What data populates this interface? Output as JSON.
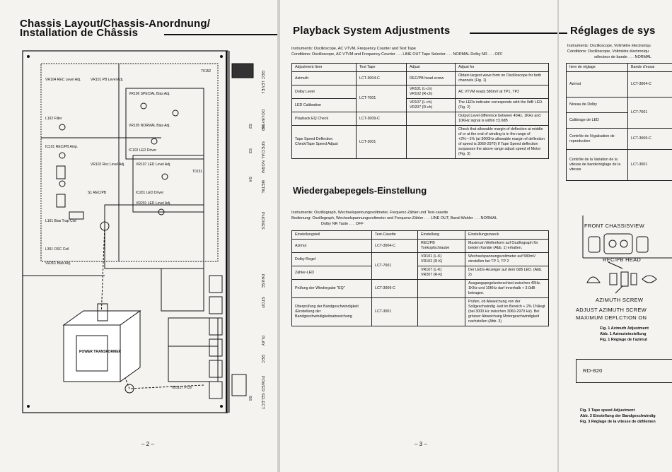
{
  "left_page": {
    "title_line1": "Chassis Layout/Chassis-Anordnung/",
    "title_line2": "Installation de Châssis",
    "page_number": "– 2 –",
    "panel_labels": [
      "REC LEVEL",
      "S5",
      "S2",
      "S3",
      "S4",
      "DOLBY NR",
      "SPECIAL NORM",
      "METAL",
      "PHONES",
      "PAUSE",
      "STOP",
      "PLAY",
      "REC",
      "POWER SELECT",
      "S6"
    ],
    "board_labels": {
      "vr104": "VR104 REC Level Adj.",
      "vr101": "VR101 PB Level Adj.",
      "vr102": "VR102 Rec Level Adj.",
      "vr106": "VR106 SPECIAL Bias Adj.",
      "vr105": "VR105 NORMAL Bias Adj.",
      "l102": "L102 Filter",
      "l101": "L101 Bias Trap Coil",
      "ic101": "IC101 REC/PB Amp.",
      "ic102": "IC102 LED Driver",
      "ic201": "IC201 LED Driver",
      "vr201": "VR201 LED Level Adj.",
      "vr107": "VR107 LED Level Adj.",
      "t0152": "T0152",
      "t0151": "T0151",
      "s1": "S1 REC/PB",
      "osc": "L301 OSC Coil",
      "vr301": "VR301 Bias Adj.",
      "transformer": "POWER TRANSFORMER",
      "pcb": "TB5117 PCB"
    }
  },
  "middle_page": {
    "title": "Playback System Adjustments",
    "instr_line1": "Instruments: Oscilloscope, AC VTVM, Frequency Counter and Test Tape",
    "instr_line2": "Conditions: Oscilloscope, AC VTVM and Frequency Counter . . . LINE OUT  Tape Selector . . . NORMAL Dolby NR . . . OFF",
    "table_en": {
      "headers": [
        "Adjustment Item",
        "Test Tape",
        "Adjust",
        "Adjust for"
      ],
      "rows": [
        [
          "Azimuth",
          "LCT-3004-C",
          "REC/PB head screw",
          "Obtain largest wave form on Oscilloscope for both channels (Fig. 1)"
        ],
        [
          "Dolby Level",
          "LCT-7001",
          "VR101 (L-ch)\nVR102 (R-ch)",
          "AC VTVM reads 580mV at TP1, TP2"
        ],
        [
          "LED Calibration",
          "",
          "VR107 (L-ch)\nVR207 (R-ch)",
          "The LEDs indicator corresponds with the 0dB LED. (Fig. 2)"
        ],
        [
          "Playback EQ Check",
          "LCT-3009-C",
          "",
          "Output Level difference between 40Hz, 1KHz and 10KHz signal is within ±3.0dB"
        ],
        [
          "Tape Speed Deflection Check/Tape Speed Adjust",
          "LCT-3001",
          "",
          "Check that allowable margin of deflection at middle of or at the end of winding is in the range of +2%~-1% (at 3000Hz allowable margin of deflection of speed is 3060-2970) If Tape Speed deflection surpasses the above range adjust speed of Motor (Fig. 3)"
        ]
      ]
    },
    "title_de": "Wiedergabepegels-Einstellung",
    "instr_de_line1": "Instrumente: Oszillograph, Wechselspannungsvoltmeter, Frequenz-Zähler und Test-casette",
    "instr_de_line2": "Bedienung: Oszillograph, Wechselspannungsvoltmeter und Frequenz-Zähler . . . LINE OUT, Band-Wahler . . . NORMAL",
    "instr_de_line3": "Dolby NR Taste . . . OFF",
    "table_de": {
      "headers": [
        "Einstellungsteil",
        "Test-Casette",
        "Einstellung",
        "Einstellungszweck"
      ],
      "rows": [
        [
          "Azimut",
          "LCT-3004-C",
          "REC/PB Tonkopfschraube",
          "Maximum Wellenform auf Oszillograph für beiden Kanäle (Abb. 1) erhalten."
        ],
        [
          "Dolby-Regel",
          "LCT-7001",
          "VR101 (L-K)\nVR102 (R-K)",
          "Wechselspannungsvoltmeter auf 580mV einstellen bei TP 1, TP 2"
        ],
        [
          "Zähler-LED",
          "",
          "VR107 (L-K)\nVR207 (R-K)",
          "Der LEDs-Anzeiger auf dem 0dB LED. (Abb. 2)"
        ],
        [
          "Prüfung der Wiedergabe \"EQ\"",
          "LCT-3009-C",
          "",
          "Ausgangspegelunterschied zwischen 40Hz, 1KHz und 10KHz darf innerhalb + 3.0dB betragen."
        ],
        [
          "Überprüfung der Bandgeschwindigkeit /Einstellung der Bandgeschwindigkeitsabweichung",
          "LCT-3001",
          "",
          "Prüfen, ob Abweichung von der Sollgeschwindig -keit im Bereich + 2% 1%liegt (bei 3000 Hz zwischen 3060-2970 Hz). Bei grösser Abweichung Motorgeschwindigkeit nachstellen (Abb. 3)"
        ]
      ]
    },
    "page_number": "– 3 –"
  },
  "right_page": {
    "title": "Réglages de sys",
    "instr_line1": "Instruments: Oscilloscope, Voltmètre électroniqu",
    "instr_line2": "Conditions: Oscilloscope, Voltmètre électroniqu",
    "instr_line3": "sélecteur de bande . . . NORMAL",
    "table_fr": {
      "headers": [
        "Item de réglage",
        "Bande d'essai"
      ],
      "rows": [
        [
          "Azimut",
          "LCT-3004-C"
        ],
        [
          "Niveau de Dolby",
          "LCT-7001"
        ],
        [
          "Calibrage de LED",
          ""
        ],
        [
          "Contrôle de l'égalisation de reproduction",
          "LCT-3009-C"
        ],
        [
          "Contrôle de la Variation de la vitesse de bande/réglage de la vitesse",
          "LCT-3001"
        ]
      ]
    },
    "front_label": "FRONT CHASSISVIEW",
    "head_label": "REC/PB HEAD",
    "screw_label": "AZIMUTH SCREW",
    "adjust_line1": "ADJUST AZIMUTH SCREW",
    "adjust_line2": "MAXIMUM DEFLCTION ON",
    "fig1": [
      "Fig. 1   Azimuth Adjustment",
      "Abb. 1   Azimuteinstellung",
      "Fig. 1   Réglage de l'azimut"
    ],
    "rd_label": "RD-820",
    "fig3": [
      "Fig. 3   Tape speed Adjustment",
      "Abb. 3   Einstellung der Bandgeschwindig",
      "Fig. 3   Réglage de la vitesse de défilemen"
    ]
  }
}
